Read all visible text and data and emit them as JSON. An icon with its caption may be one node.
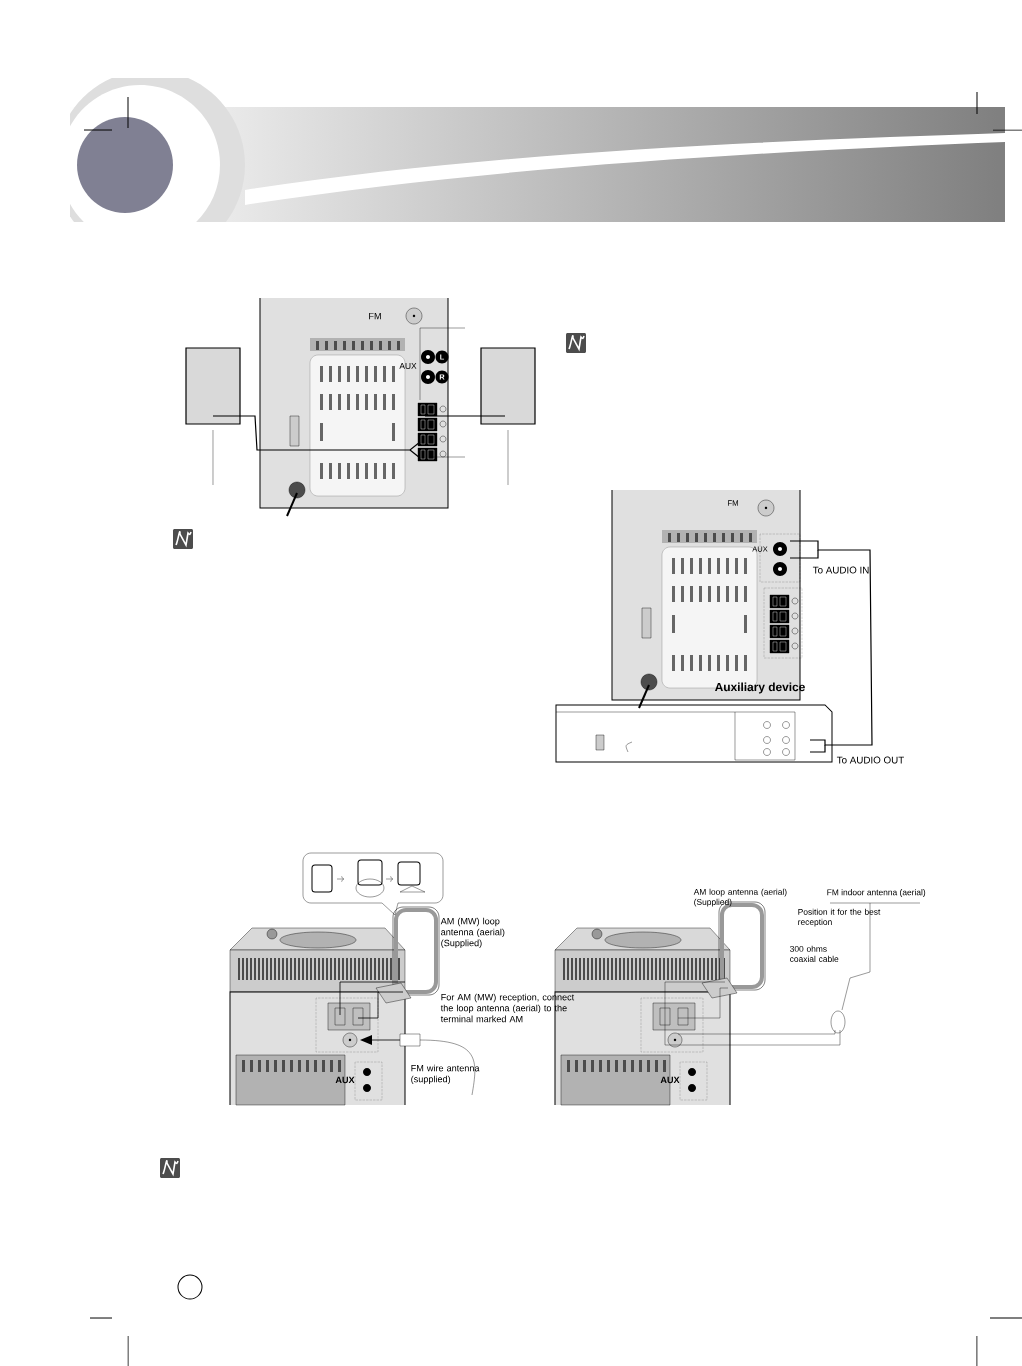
{
  "diagram": {
    "labels": [
      "FM",
      "L",
      "R",
      "AUX",
      "FM",
      "AUX",
      "To AUDIO IN",
      "Auxiliary device",
      "To AUDIO OUT",
      "AM (MW) loop antenna (aerial) (Supplied)",
      "For AM (MW) reception, connect the loop antenna (aerial) to the terminal marked AM",
      "FM wire antenna (supplied)",
      "AUX",
      "AM loop antenna (aerial) (Supplied)",
      "FM indoor antenna (aerial)",
      "Position it for the best reception",
      "300 ohms coaxial cable",
      "AUX"
    ]
  }
}
